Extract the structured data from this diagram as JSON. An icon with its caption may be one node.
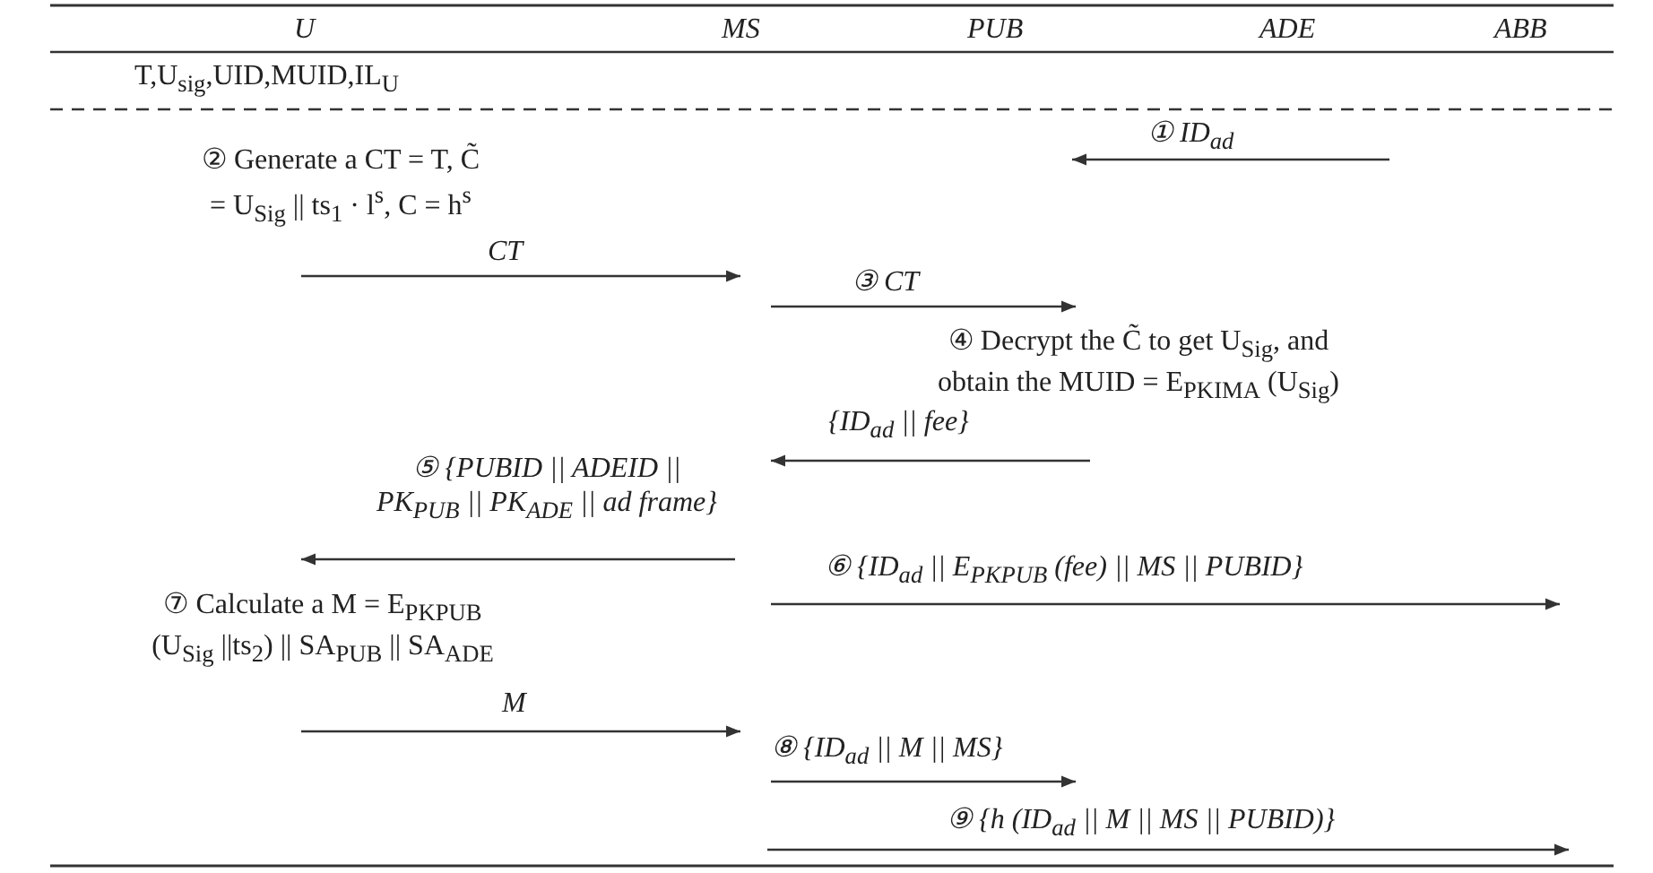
{
  "diagram": {
    "labels": [
      "U",
      "MS",
      "PUB",
      "ADE",
      "ABB",
      "T,U$_{sig}$,UID,MUID,IL$_{U}$",
      "① ID$_{ad}$",
      "② Generate a CT = T, C̃ = U$_{Sig}$ || ts$_{1}$ · l$^{s}$, C = h$^{s}$",
      "CT",
      "③ CT",
      "④ Decrypt the C̃ to get U$_{Sig}$, and obtain the MUID = E$_{PK}$$_{IMA}$ (U$_{Sig}$)",
      "{ID$_{ad}$ || fee}",
      "⑤ {PUBID || ADEID || PK$_{PUB}$ || PK$_{ADE}$ || ad frame}",
      "⑥ {ID$_{ad}$ || E$_{PK}$$_{PUB}$ (fee) || MS || PUBID}",
      "⑦ Calculate a M = E$_{PK}$$_{PUB}$ (U$_{Sig}$ ||ts$_{2}$) || SA$_{PUB}$ || SA$_{ADE}$",
      "M",
      "⑧ {ID$_{ad}$ || M || MS}",
      "⑨ {h (ID$_{ad}$ || M || MS || PUBID)}"
    ]
  }
}
